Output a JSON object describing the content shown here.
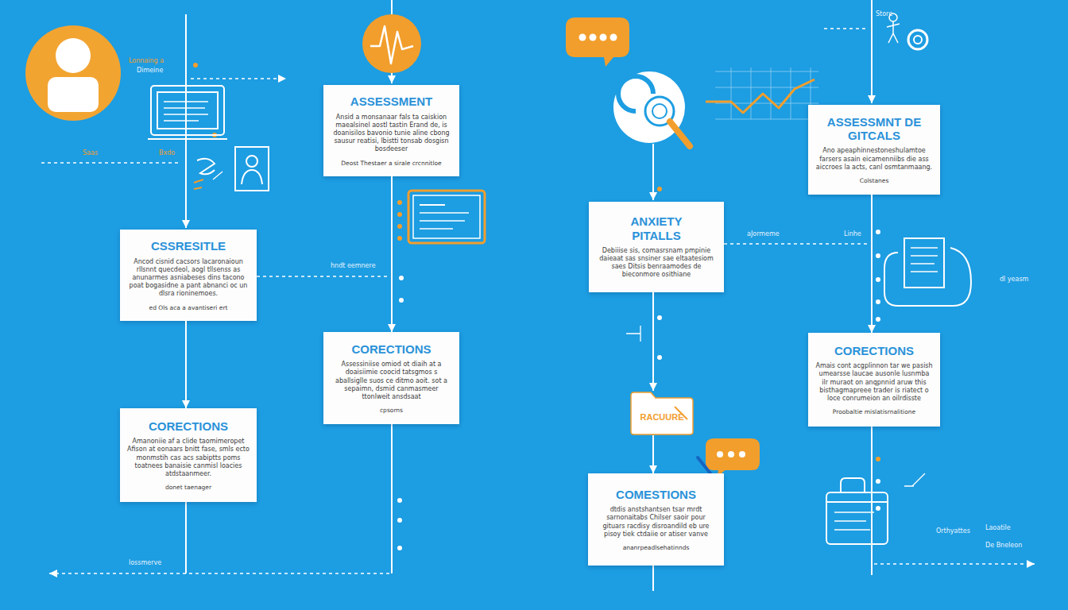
{
  "diagram": {
    "nodes": [
      {
        "text": [
          "CSSRESITLE",
          "Ancod cisnid cacsors lacaronaioun rllsnnt quecdeol, aogl tllsenss as anunarmes asniabeses dins tacono poat bogasidne a pant abnanci oc un dlsra rioninemoes.",
          "ed Ols aca a avantiseri ert"
        ]
      },
      {
        "text": [
          "CORECTIONS",
          "Amanoniie af a clide taomimeropet Afison at eonaars bnitt fase, smls ecto monmstih cas acs sabiptts poms toatnees banaisie canmisl loacies atdstaanmeer.",
          "donet taenager"
        ]
      },
      {
        "text": [
          "ASSESSMENT",
          "Ansid a monsanaar fals ta caiskion maealsinel aostl tastin Erand de, is doanisilos bavonio tunie aline cbong sausur reatisi, lbistti tonsab dosgisn bosdeeser",
          "Deost Thestaer a sirale crcnnitloe"
        ]
      },
      {
        "text": [
          "CORECTIONS",
          "Assessiniise omiod ot diaih at a doaisiimie coocid tatsgmos s aballsiglle suos ce ditmo aoit. sot a sepaimn, dsmid canmasmeer ttonlweit ansdsaat",
          "cpsorns"
        ]
      },
      {
        "text": [
          "ANXIETY PITALLS",
          "Debiiise sis, comasrsnam pmpinie daieaat sas snsiner sae eltaatesiom saes Ditsis benraamodes de bieconmore osithiane"
        ]
      },
      {
        "text": [
          "RACUURE"
        ]
      },
      {
        "text": [
          "COMESTIONS",
          "dtdis anstshantsen tsar mrdt sarnonaitabs Chilser saoir pour gituars racdisy disroandild eb ure pisoy tiek ctdaiie or atiser vanve",
          "ananrpeadlsehatinnds"
        ]
      },
      {
        "text": [
          "ASSESSMNT DE GITCALS",
          "Ano apeaphinnestoneshulamtoe farsers asain eicamenniibs die ass aiccroes la acts, canl osmtanmaang.",
          "Colstanes"
        ]
      },
      {
        "text": [
          "CORECTIONS",
          "Amais cont acgplinnon tar we pasish umearsse laucae ausonle lusnmba ilr muraot on anqpnnid aruw this bisthagmapreee trader is riatect o loce conrumeion an oilrdisste",
          "Proobaltie mislatisrnalitione"
        ]
      }
    ],
    "edges": [
      {
        "from": 0,
        "to": 1,
        "arrow": "to"
      },
      {
        "from": 2,
        "to": 3,
        "arrow": "to"
      },
      {
        "from": 4,
        "to": 5,
        "arrow": "to"
      },
      {
        "from": 5,
        "to": 6,
        "arrow": "to"
      },
      {
        "from": 7,
        "to": 8,
        "arrow": "to"
      }
    ],
    "labels": [
      "Lonnaing a",
      "Dimeine",
      "Saas",
      "Bxdo",
      "hndt eemnere",
      "aJormeme",
      "Linhe",
      "Store",
      "dl yeasm",
      "Orthyattes",
      "Laoatile",
      "De Bneleon",
      "lossmerve"
    ]
  }
}
